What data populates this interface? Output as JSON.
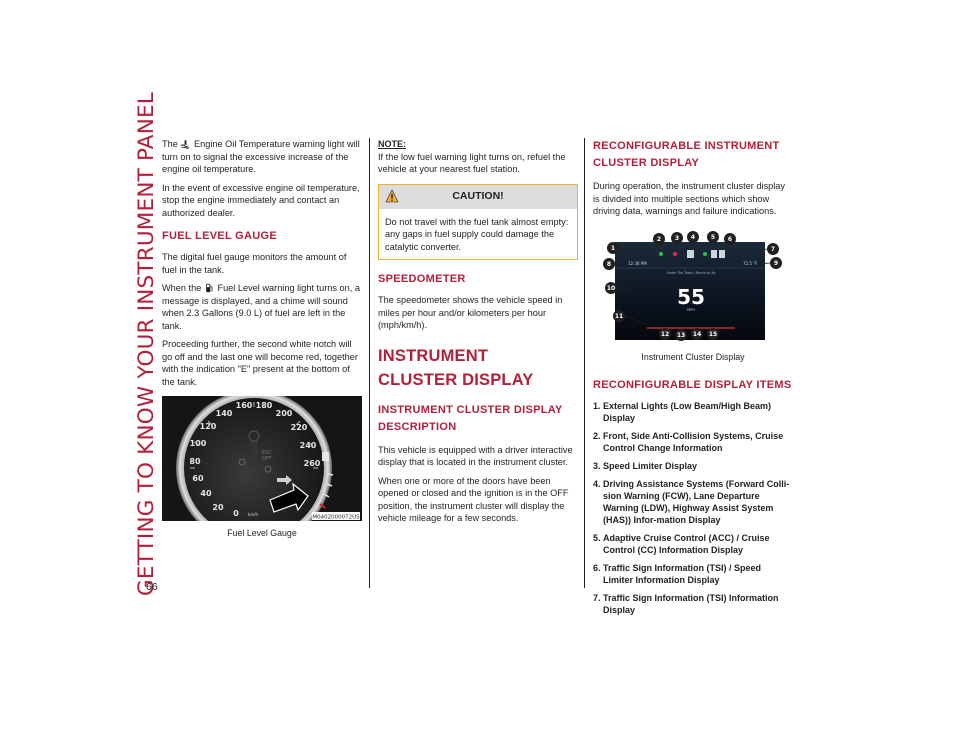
{
  "sidebar": {
    "title": "GETTING TO KNOW YOUR INSTRUMENT PANEL"
  },
  "page_number": "66",
  "col1": {
    "p1_pre": "The",
    "p1_post": "Engine Oil Temperature warning light will turn on to signal the excessive increase of the engine oil temperature.",
    "p2": "In the event of excessive engine oil temperature, stop the engine immediately and contact an authorized dealer.",
    "h_fuel": "FUEL LEVEL GAUGE",
    "p3": "The digital fuel gauge monitors the amount of fuel in the tank.",
    "p4_pre": "When the",
    "p4_post": "Fuel Level warning light turns on, a message is displayed, and a chime will sound when 2.3 Gallons (9.0 L) of fuel are left in the tank.",
    "p5": "Proceeding further, the second white notch will go off and the last one will become red, together with the indication \"E\" present at the bottom of the tank.",
    "gauge_code": "M0402000072US",
    "gauge_caption": "Fuel Level Gauge",
    "gauge_numbers": [
      "160",
      "180",
      "140",
      "200",
      "120",
      "220",
      "100",
      "240",
      "80",
      "260",
      "60",
      "40",
      "20",
      "0"
    ],
    "gauge_unit": "km/h",
    "gauge_esc": "ESC",
    "gauge_off": "OFF"
  },
  "col2": {
    "note_title": "NOTE:",
    "note_text": "If the low fuel warning light turns on, refuel the vehicle at your nearest fuel station.",
    "caution_label": "CAUTION!",
    "caution_text": "Do not travel with the fuel tank almost empty: any gaps in fuel supply could damage the catalytic converter.",
    "h_speedo": "SPEEDOMETER",
    "p_speedo": "The speedometer shows the vehicle speed in miles per hour and/or kilometers per hour (mph/km/h).",
    "h_cluster": "INSTRUMENT CLUSTER DISPLAY",
    "h_desc": "INSTRUMENT CLUSTER DISPLAY DESCRIPTION",
    "p_desc1": "This vehicle is equipped with a driver interactive display that is located in the instrument cluster.",
    "p_desc2": "When one or more of the doors have been opened or closed and the ignition is in the OFF position, the instrument cluster will display the vehicle mileage for a few seconds."
  },
  "col3": {
    "h_reconfig": "RECONFIGURABLE INSTRUMENT CLUSTER DISPLAY",
    "p_reconfig": "During operation, the instrument cluster display is divided into multiple sections which show driving data, warnings and failure indications.",
    "display_speed": "55",
    "display_unit": "MPH",
    "display_time": "12:36 PM",
    "display_temp": "72.5 °F",
    "display_song": "Under The Table | Remix by Av",
    "display_caption": "Instrument Cluster Display",
    "callouts": [
      "1",
      "2",
      "3",
      "4",
      "5",
      "6",
      "7",
      "8",
      "9",
      "10",
      "11",
      "12",
      "13",
      "14",
      "15"
    ],
    "h_items": "RECONFIGURABLE DISPLAY ITEMS",
    "items": [
      {
        "n": "1.",
        "text": "External Lights (Low Beam/High Beam) Display"
      },
      {
        "n": "2.",
        "text": "Front, Side Anti-Collision Systems, Cruise Control Change Information"
      },
      {
        "n": "3.",
        "text": "Speed Limiter Display"
      },
      {
        "n": "4.",
        "text": "Driving Assistance Systems (Forward Colli-sion Warning (FCW), Lane Departure Warning (LDW), Highway Assist System (HAS)) Infor-mation Display"
      },
      {
        "n": "5.",
        "text": "Adaptive Cruise Control (ACC) / Cruise Control (CC) Information Display"
      },
      {
        "n": "6.",
        "text": "Traffic Sign Information (TSI) / Speed Limiter Information Display"
      },
      {
        "n": "7.",
        "text": "Traffic Sign Information (TSI) Information Display"
      }
    ]
  },
  "colors": {
    "accent": "#b31f3a",
    "caution_border": "#f2b134",
    "caution_head": "#dcdcdc"
  }
}
